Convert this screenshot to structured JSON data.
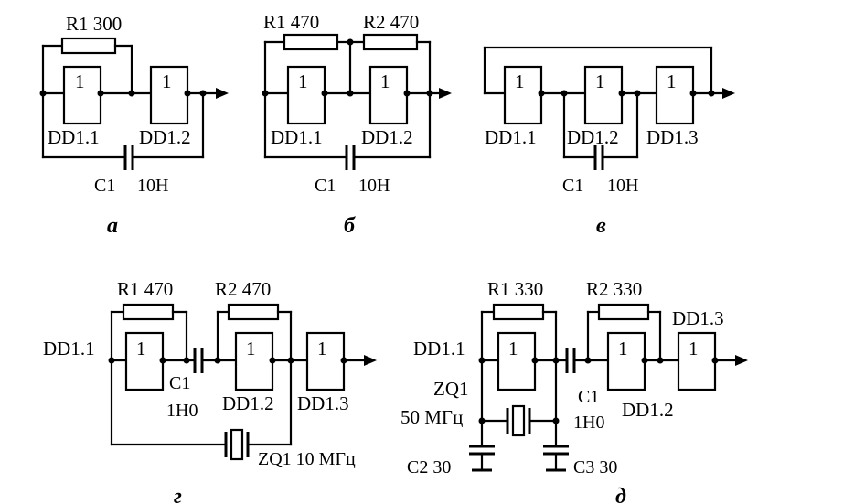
{
  "panels": {
    "a": {
      "letter": "а",
      "r1": "R1 300",
      "gate1": "1",
      "gate2": "1",
      "dd1": "DD1.1",
      "dd2": "DD1.2",
      "c1_name": "C1",
      "c1_value": "10Н"
    },
    "b": {
      "letter": "б",
      "r1": "R1 470",
      "r2": "R2 470",
      "gate1": "1",
      "gate2": "1",
      "dd1": "DD1.1",
      "dd2": "DD1.2",
      "c1_name": "C1",
      "c1_value": "10Н"
    },
    "v": {
      "letter": "в",
      "gate1": "1",
      "gate2": "1",
      "gate3": "1",
      "dd1": "DD1.1",
      "dd2": "DD1.2",
      "dd3": "DD1.3",
      "c1_name": "C1",
      "c1_value": "10Н"
    },
    "g": {
      "letter": "г",
      "r1": "R1 470",
      "r2": "R2 470",
      "gate1": "1",
      "gate2": "1",
      "gate3": "1",
      "dd1": "DD1.1",
      "dd2": "DD1.2",
      "dd3": "DD1.3",
      "c1_name": "C1",
      "c1_value": "1Н0",
      "zq1": "ZQ1 10 МГц"
    },
    "d": {
      "letter": "д",
      "r1": "R1 330",
      "r2": "R2 330",
      "gate1": "1",
      "gate2": "1",
      "gate3": "1",
      "dd1": "DD1.1",
      "dd2": "DD1.2",
      "dd3": "DD1.3",
      "c1_name": "C1",
      "c1_value": "1Н0",
      "zq1_name": "ZQ1",
      "zq1_value": "50 МГц",
      "c2": "C2 30",
      "c3": "C3 30"
    }
  }
}
